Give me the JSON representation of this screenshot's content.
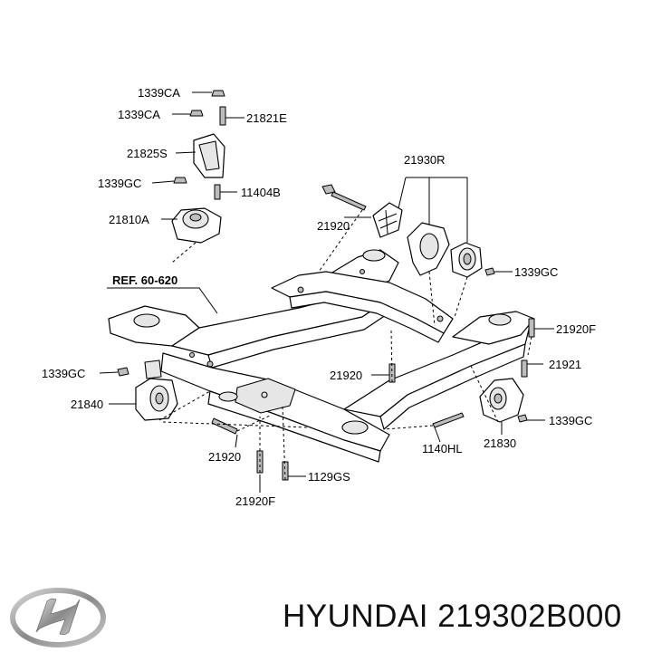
{
  "diagram": {
    "labels": {
      "l1339ca_top": "1339CA",
      "l1339ca_2": "1339CA",
      "l21821e": "21821E",
      "l21825s": "21825S",
      "l1339gc_left_top": "1339GC",
      "l11404b": "11404B",
      "l21810a": "21810A",
      "l21930r": "21930R",
      "l21920_top": "21920",
      "l1339gc_right": "1339GC",
      "lref": "REF. 60-620",
      "l21920f_right": "21920F",
      "l1339gc_left": "1339GC",
      "l21920_mid": "21920",
      "l21921": "21921",
      "l21840": "21840",
      "l1339gc_right_low": "1339GC",
      "l21830": "21830",
      "l1140hl": "1140HL",
      "l21920_low": "21920",
      "l1129gs": "1129GS",
      "l21920f_low": "21920F"
    }
  },
  "footer": {
    "brand_text": "HYUNDAI 219302B000",
    "logo_icon": "hyundai-logo-icon"
  }
}
